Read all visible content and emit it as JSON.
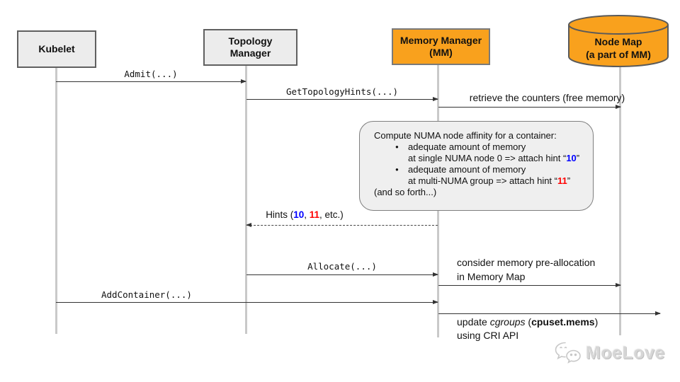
{
  "actors": {
    "kubelet": {
      "label": "Kubelet"
    },
    "topology_manager": {
      "line1": "Topology",
      "line2": "Manager"
    },
    "memory_manager": {
      "line1": "Memory Manager",
      "line2": "(MM)"
    },
    "node_map": {
      "line1": "Node Map",
      "line2": "(a part of MM)"
    }
  },
  "messages": {
    "admit": "Admit(...)",
    "get_topology_hints": "GetTopologyHints(...)",
    "retrieve_counters": "retrieve the counters (free memory)",
    "hints_prefix": "Hints (",
    "hints_blue": "10",
    "hints_sep": ", ",
    "hints_red": "11",
    "hints_suffix": ", etc.)",
    "allocate": "Allocate(...)",
    "consider_line1": "consider memory pre-allocation",
    "consider_line2": "in Memory Map",
    "add_container": "AddContainer(...)",
    "update_part1": "update ",
    "update_cgroups_word": "cgroups",
    "update_part2": " (",
    "update_cpuset": "cpuset.mems",
    "update_part3": ")",
    "update_line2": "using CRI API"
  },
  "note": {
    "title": "Compute NUMA node affinity for a container:",
    "bullet_glyph": "●",
    "bullet1_line1": "adequate amount of memory",
    "bullet1_prefix": "at single NUMA node 0 => attach hint “",
    "bullet1_hint": "10",
    "bullet1_close": "”",
    "bullet2_line1": "adequate amount of memory",
    "bullet2_prefix": "at multi-NUMA group => attach hint “",
    "bullet2_hint": "11",
    "bullet2_close": "”",
    "footer": "(and so forth...)"
  },
  "watermark": {
    "label": "MoeLove"
  },
  "colors": {
    "actor_fill": "#ececec",
    "actor_border": "#606060",
    "accent_orange": "#F9A11D",
    "hint_blue": "#0000FF",
    "hint_red": "#FF0000",
    "lifeline_gray": "#c9c9c9",
    "arrow_dark": "#333333",
    "note_fill": "#efefef",
    "note_border": "#7f7f7f",
    "watermark_gray": "#d6d6d6"
  }
}
